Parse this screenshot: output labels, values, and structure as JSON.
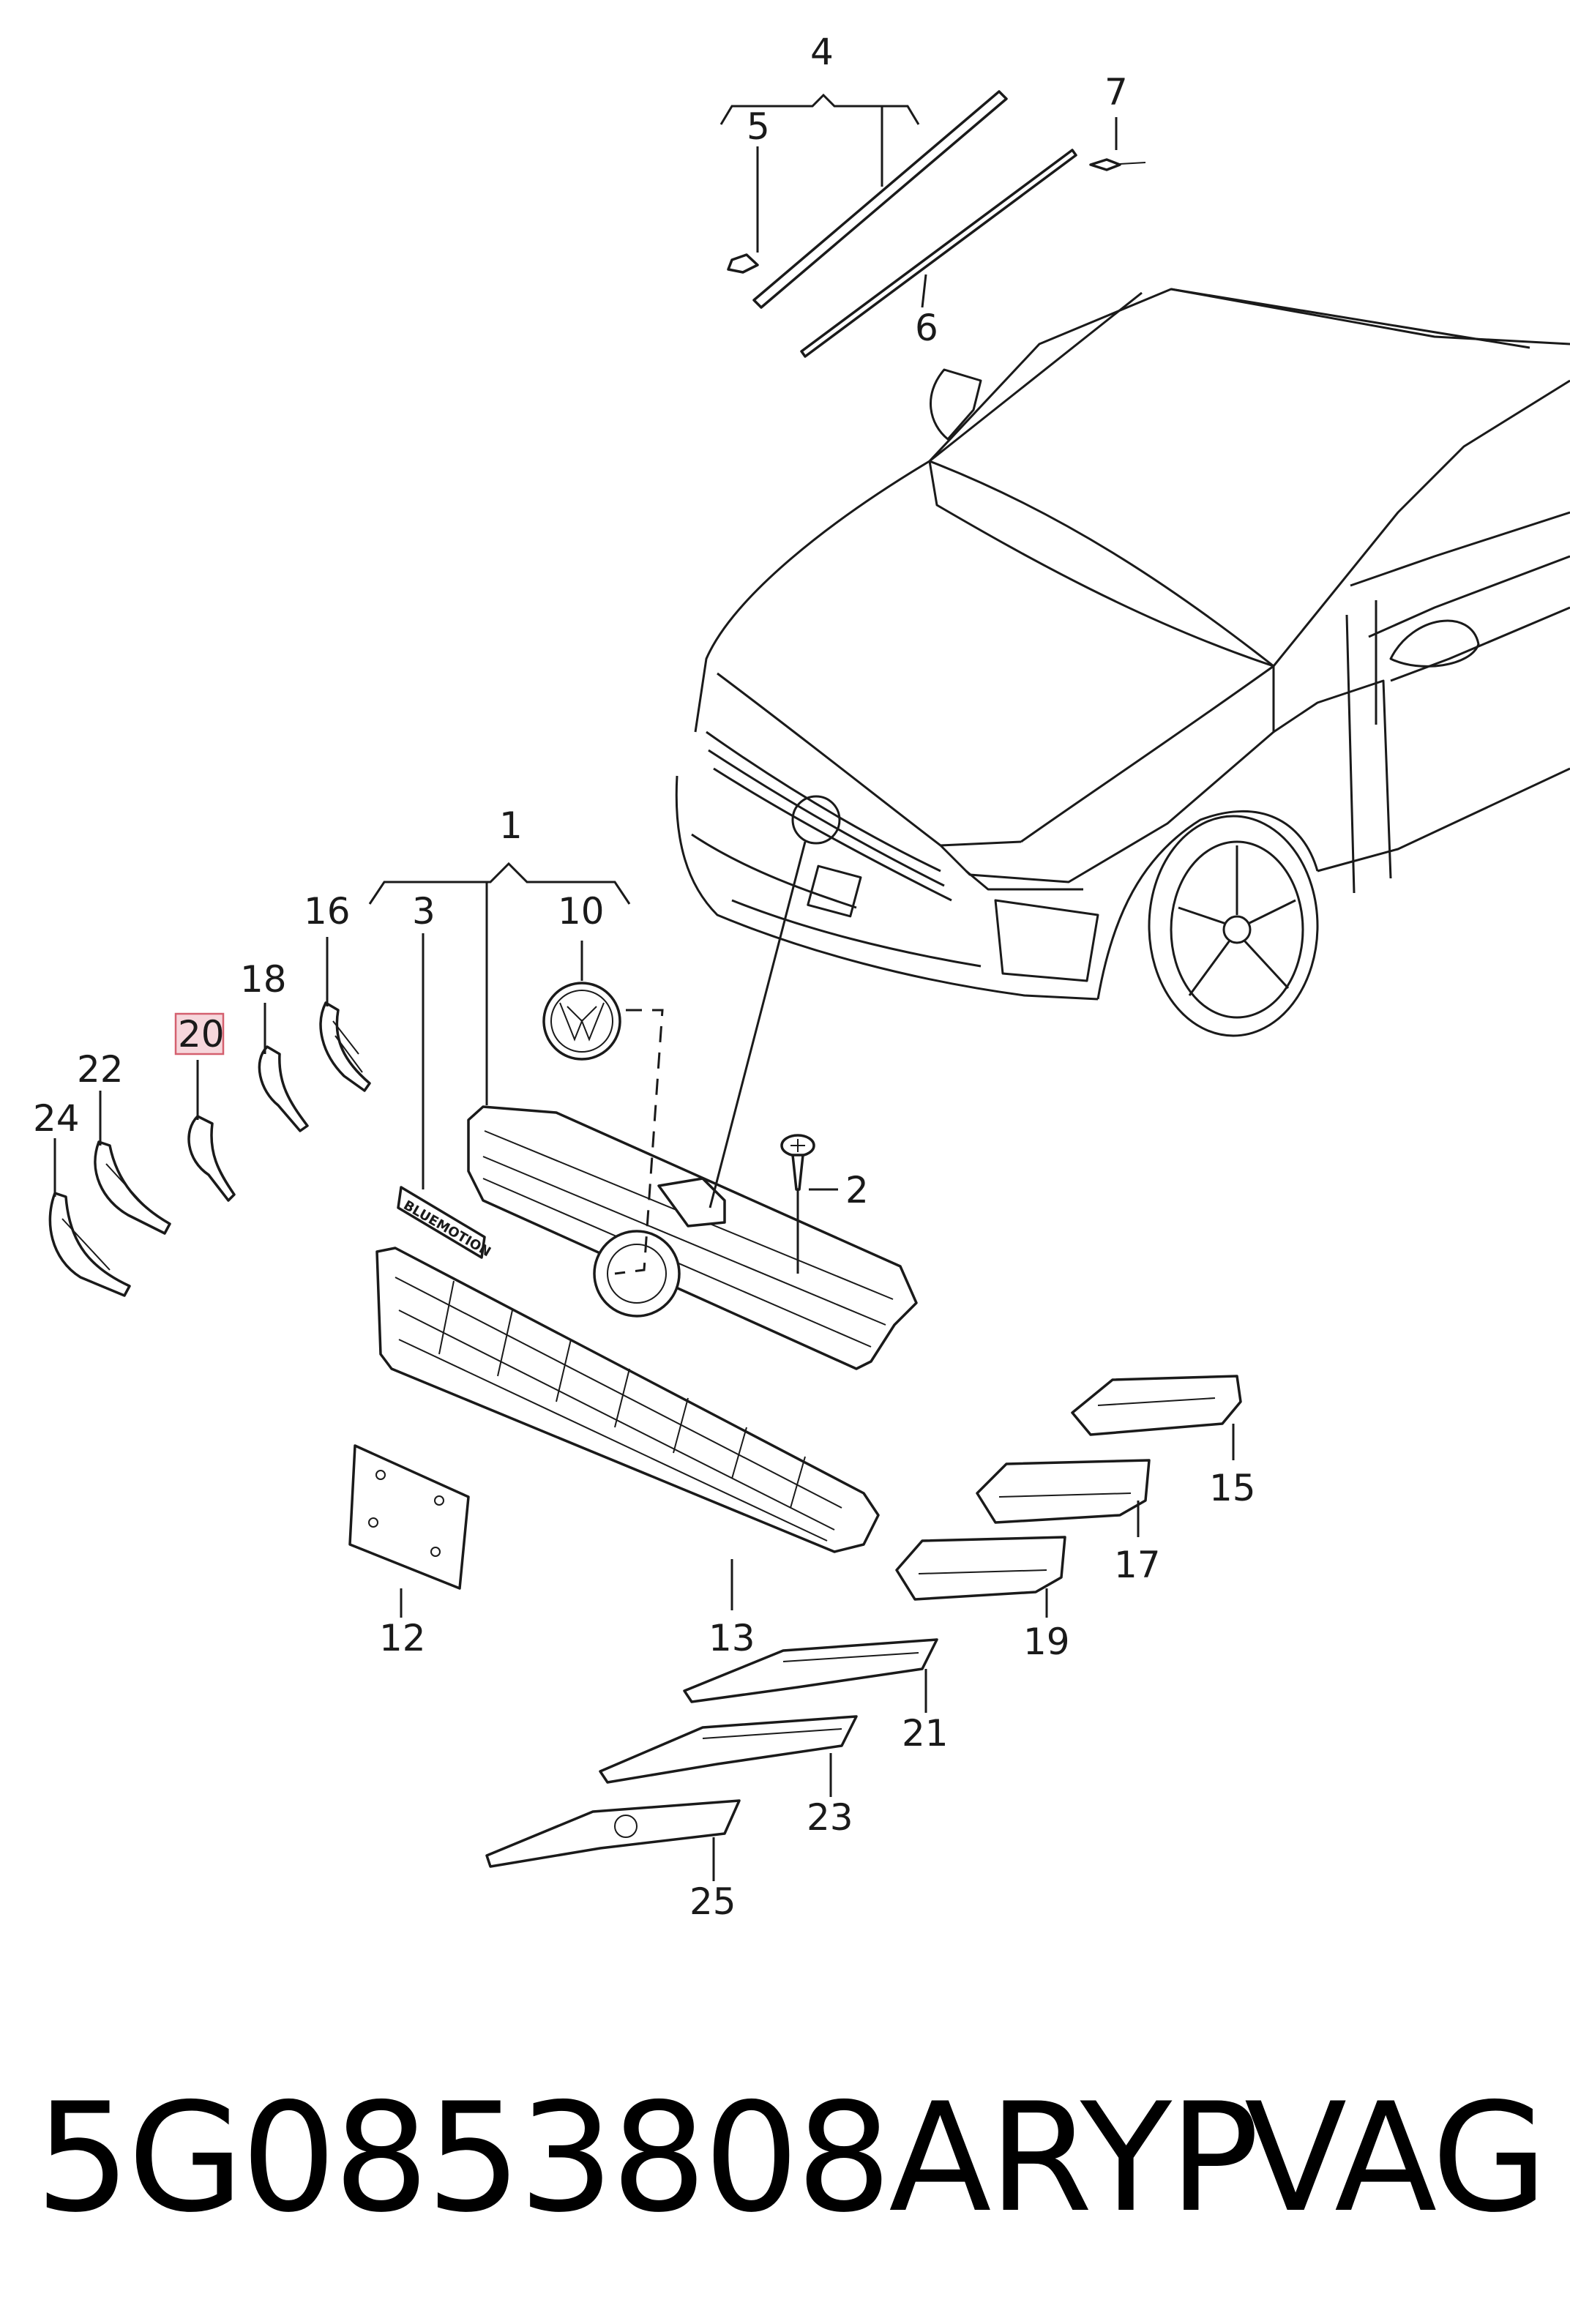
{
  "diagram": {
    "callouts": [
      {
        "id": "1",
        "text": "1"
      },
      {
        "id": "2",
        "text": "2"
      },
      {
        "id": "3",
        "text": "3"
      },
      {
        "id": "4",
        "text": "4"
      },
      {
        "id": "5",
        "text": "5"
      },
      {
        "id": "6",
        "text": "6"
      },
      {
        "id": "7",
        "text": "7"
      },
      {
        "id": "10",
        "text": "10"
      },
      {
        "id": "12",
        "text": "12"
      },
      {
        "id": "13",
        "text": "13"
      },
      {
        "id": "15",
        "text": "15"
      },
      {
        "id": "16",
        "text": "16"
      },
      {
        "id": "17",
        "text": "17"
      },
      {
        "id": "18",
        "text": "18"
      },
      {
        "id": "19",
        "text": "19"
      },
      {
        "id": "20",
        "text": "20",
        "highlighted": true
      },
      {
        "id": "21",
        "text": "21"
      },
      {
        "id": "22",
        "text": "22"
      },
      {
        "id": "23",
        "text": "23"
      },
      {
        "id": "24",
        "text": "24"
      },
      {
        "id": "25",
        "text": "25"
      }
    ],
    "highlight_color": "#f6d7dc",
    "highlight_border_color": "#d4606f",
    "badge_text": "BLUEMOTION"
  },
  "footer": {
    "part_number": "5G0853808ARYP",
    "brand": "VAG"
  }
}
